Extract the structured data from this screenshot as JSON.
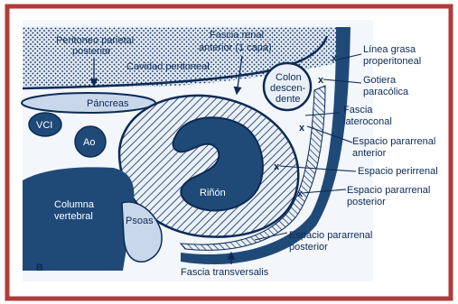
{
  "panel": {
    "letter": "B"
  },
  "colors": {
    "frame": "#b23a3a",
    "ink": "#0d2a55",
    "fill_dark": "#1f4a78",
    "fill_light": "#c9d7ea",
    "paper": "#dfe8f4"
  },
  "labels": {
    "peritoneo_1": "Peritoneo parietal",
    "peritoneo_2": "posterior",
    "fascia_renal_1": "Fascia renal",
    "fascia_renal_2": "anterior (1 capa)",
    "cavidad": "Cavidad peritoneal",
    "colon_1": "Colon",
    "colon_2": "descen-",
    "colon_3": "dente",
    "pancreas": "Páncreas",
    "vci": "VCI",
    "ao": "Ao",
    "rinon": "Riñón",
    "columna_1": "Columna",
    "columna_2": "vertebral",
    "psoas": "Psoas",
    "linea_1": "Línea grasa",
    "linea_2": "properitoneal",
    "gotiera_1": "Gotiera",
    "gotiera_2": "paracólica",
    "fascia_lat_1": "Fascia",
    "fascia_lat_2": "lateroconal",
    "esp_ant_1": "Espacio pararrenal",
    "esp_ant_2": "anterior",
    "esp_peri": "Espacio perirrenal",
    "esp_post_a_1": "Espacio pararrenal",
    "esp_post_a_2": "posterior",
    "esp_post_b_1": "Espacio pararrenal",
    "esp_post_b_2": "posterior",
    "fascia_trans": "Fascia transversalis"
  },
  "markers": {
    "x": "x"
  }
}
